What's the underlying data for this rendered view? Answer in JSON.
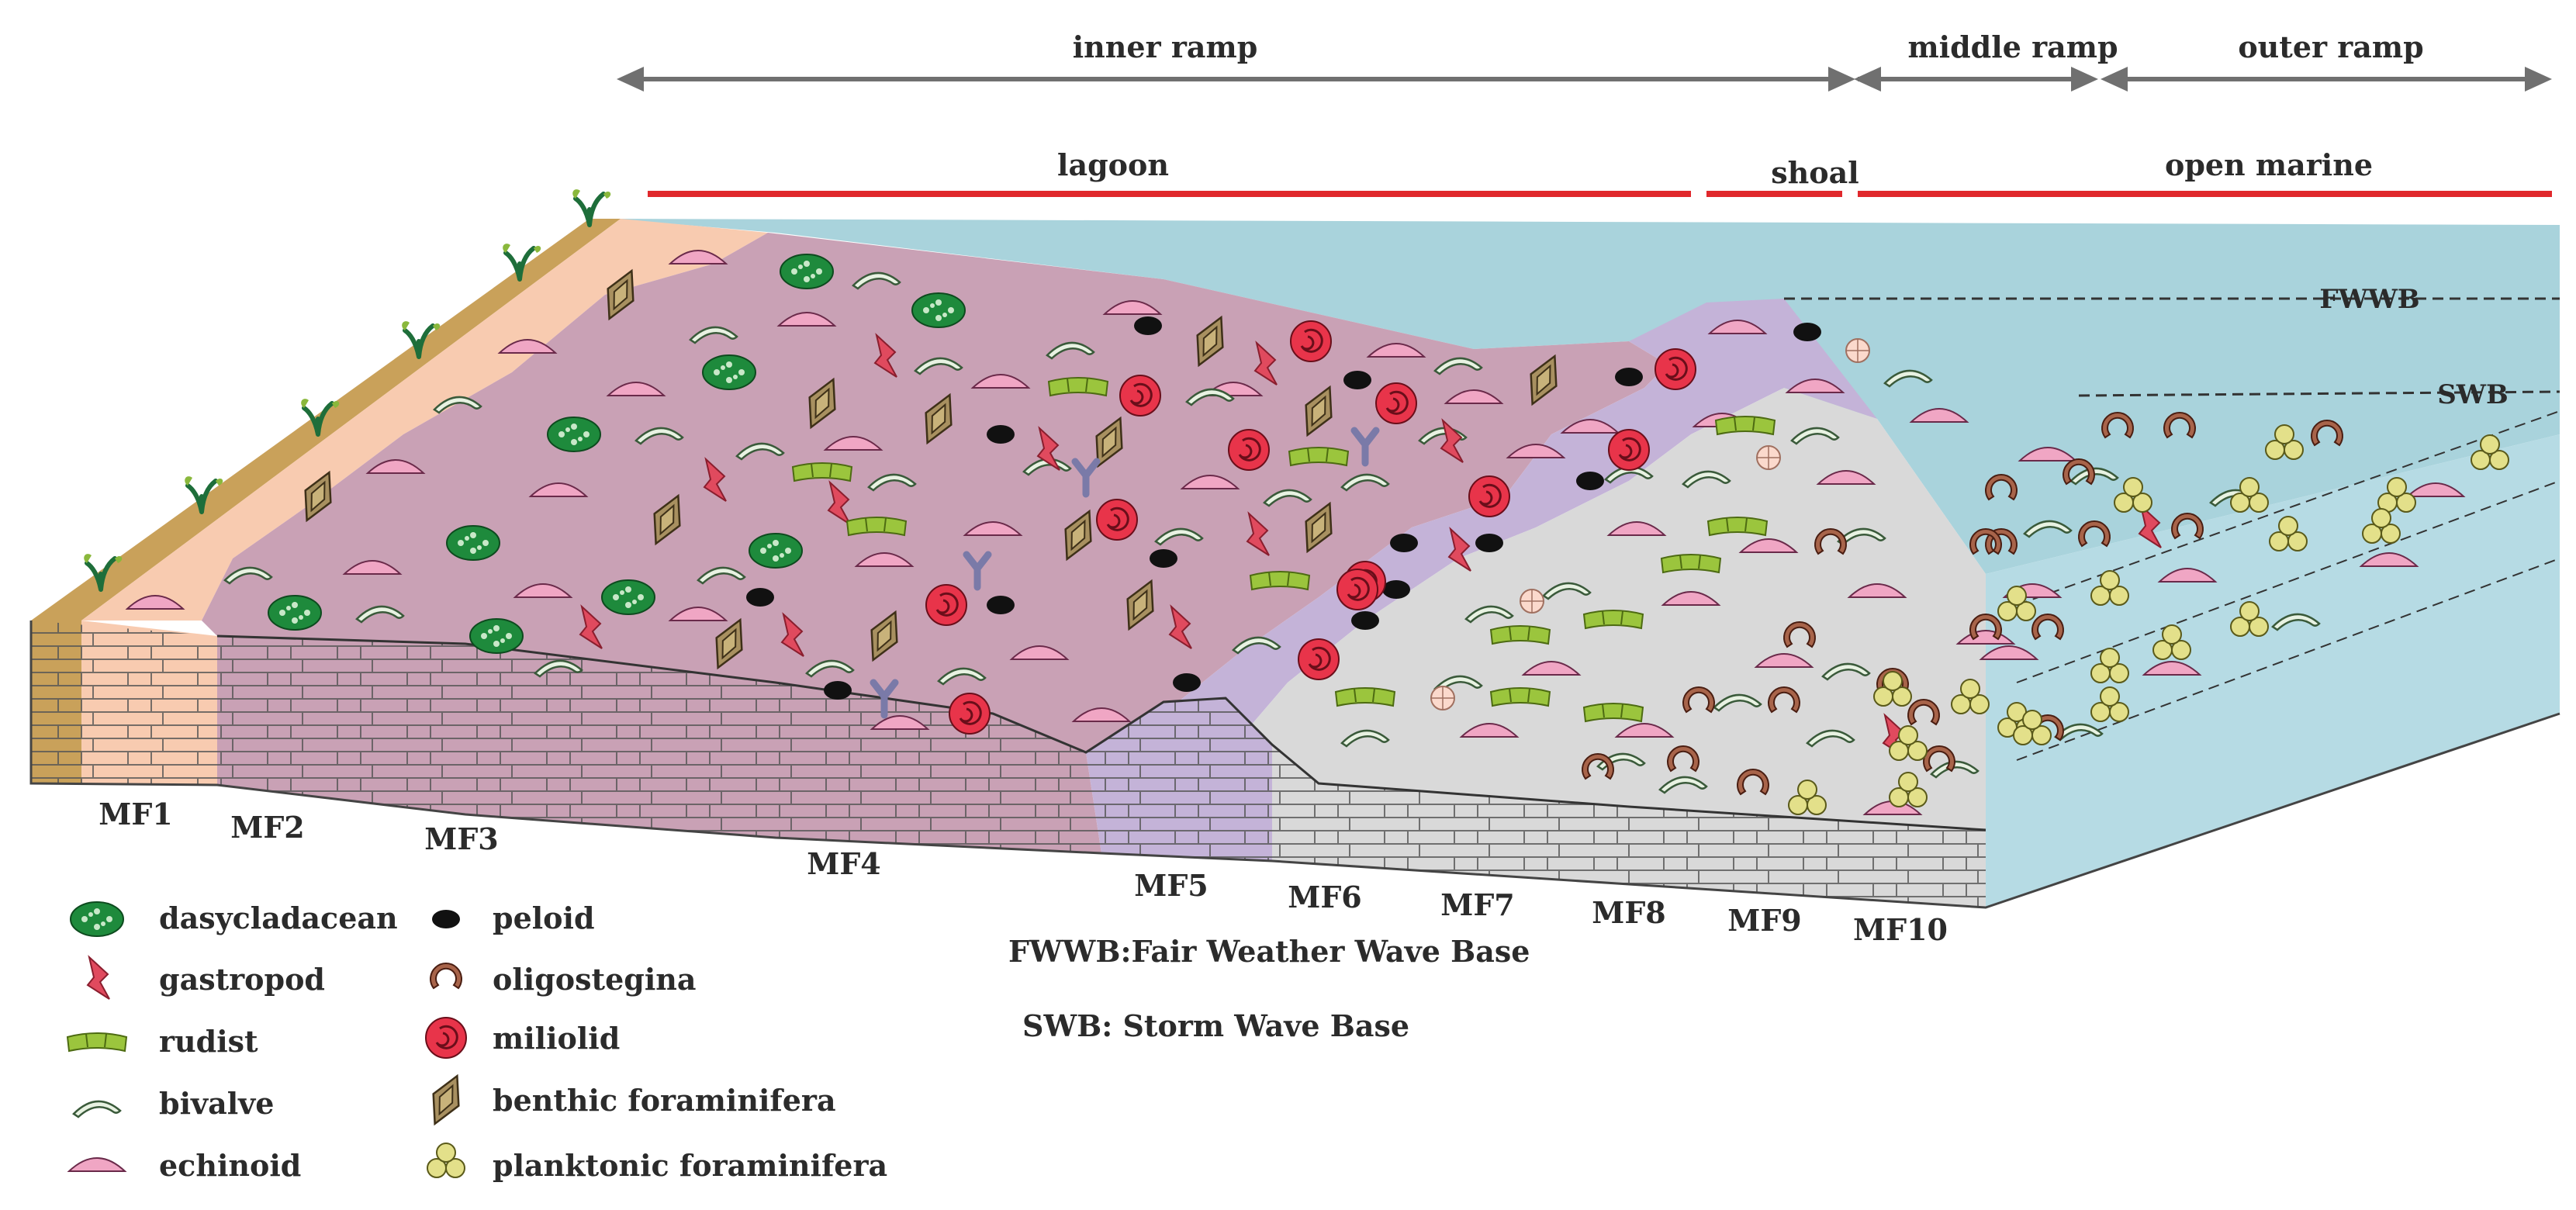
{
  "ramp": {
    "inner": "inner ramp",
    "middle": "middle ramp",
    "outer": "outer ramp"
  },
  "environment": {
    "lagoon": "lagoon",
    "shoal": "shoal",
    "open_marine": "open marine"
  },
  "wave_base": {
    "fwwb": "FWWB",
    "swb": "SWB"
  },
  "microfacies": [
    "MF1",
    "MF2",
    "MF3",
    "MF4",
    "MF5",
    "MF6",
    "MF7",
    "MF8",
    "MF9",
    "MF10"
  ],
  "notes": {
    "fwwb": "FWWB:Fair Weather Wave Base",
    "swb": "SWB: Storm Wave Base"
  },
  "legend": {
    "dasycladacean": "dasycladacean",
    "gastropod": "gastropod",
    "rudist": "rudist",
    "bivalve": "bivalve",
    "echinoid": "echinoid",
    "peloid": "peloid",
    "oligostegina": "oligostegina",
    "miliolid": "miliolid",
    "benthic": "benthic foraminifera",
    "planktonic": "planktonic foraminifera"
  },
  "colors": {
    "arrow": "#707070",
    "red_bar": "#e0282c",
    "water": "#a9d3dc",
    "mf1": "#c9a15a",
    "mf2": "#f8cbb0",
    "mf3_4": "#c9a1b5",
    "mf5": "#c4b3d8",
    "basin": "#d9d9d9",
    "dasycladacean": "#1e8a3c",
    "gastropod": "#e04a5e",
    "rudist": "#9bc53d",
    "echinoid": "#f0a6c4",
    "miliolid": "#e8344a",
    "benthic": "#a89060",
    "planktonic": "#e3e08a",
    "oligostegina": "#8a4a3a"
  }
}
